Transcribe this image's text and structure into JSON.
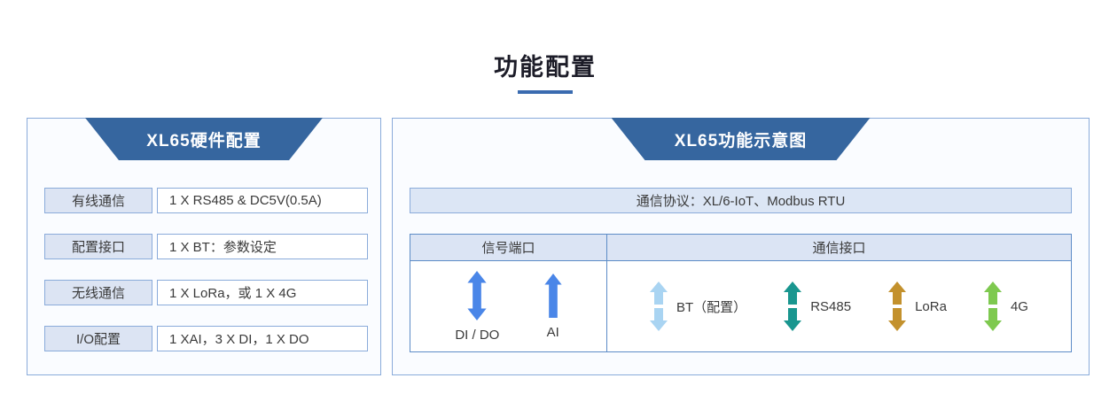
{
  "page": {
    "title": "功能配置"
  },
  "left_panel": {
    "title": "XL65硬件配置",
    "rows": [
      {
        "label": "有线通信",
        "value": "1 X RS485 & DC5V(0.5A)"
      },
      {
        "label": "配置接口",
        "value": "1 X BT：参数设定"
      },
      {
        "label": "无线通信",
        "value": "1 X LoRa，或 1 X 4G"
      },
      {
        "label": "I/O配置",
        "value": "1 XAI，3 X DI，1 X DO"
      }
    ]
  },
  "right_panel": {
    "title": "XL65功能示意图",
    "protocol_bar": "通信协议：XL/6-IoT、Modbus RTU",
    "table": {
      "headers": {
        "signal": "信号端口",
        "comm": "通信接口"
      },
      "signal_ports": [
        {
          "label": "DI / DO",
          "icon": "double-arrow-icon",
          "color": "#4a86e8"
        },
        {
          "label": "AI",
          "icon": "up-arrow-icon",
          "color": "#4a86e8"
        }
      ],
      "comm_interfaces": [
        {
          "label": "BT（配置）",
          "icon": "split-double-arrow-icon",
          "color": "#a9d4f2"
        },
        {
          "label": "RS485",
          "icon": "split-double-arrow-icon",
          "color": "#19968f"
        },
        {
          "label": "LoRa",
          "icon": "split-double-arrow-icon",
          "color": "#c3912d"
        },
        {
          "label": "4G",
          "icon": "split-double-arrow-icon",
          "color": "#7ec94f"
        }
      ]
    }
  },
  "colors": {
    "header_blue": "#36669f",
    "title_underline": "#3a6bb0",
    "panel_border": "#8aabda",
    "table_border": "#5d8cc7",
    "label_bg": "#dce4f3",
    "protocol_bg": "#dce6f5"
  }
}
